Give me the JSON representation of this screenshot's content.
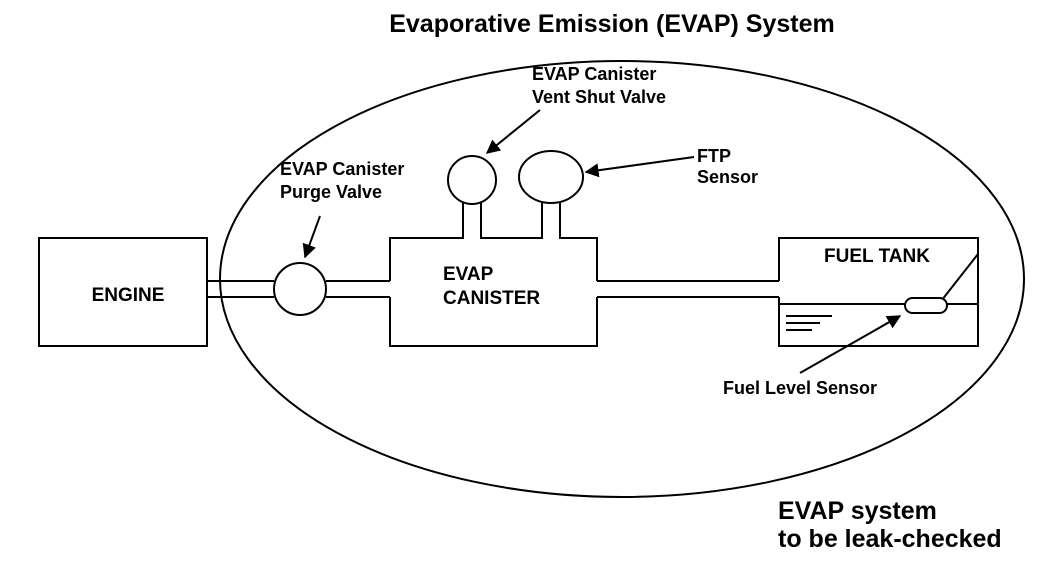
{
  "title": "Evaporative Emission (EVAP) System",
  "components": {
    "engine": "ENGINE",
    "purge_valve": [
      "EVAP Canister",
      "Purge Valve"
    ],
    "vent_valve": [
      "EVAP Canister",
      "Vent Shut Valve"
    ],
    "ftp_sensor": [
      "FTP",
      "Sensor"
    ],
    "canister": [
      "EVAP",
      "CANISTER"
    ],
    "fuel_tank": "FUEL TANK",
    "fuel_level_sensor": "Fuel Level Sensor"
  },
  "note": [
    "EVAP system",
    "to be leak-checked"
  ]
}
